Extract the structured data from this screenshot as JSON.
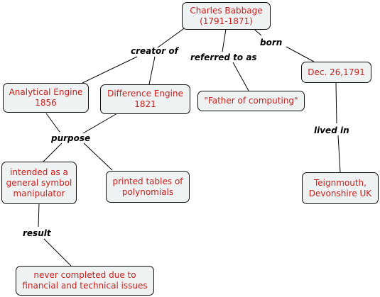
{
  "nodes": {
    "babbage": "Charles Babbage\n(1791-1871)",
    "analytical": "Analytical Engine\n1856",
    "difference": "Difference Engine\n1821",
    "father": "\"Father of computing\"",
    "dob": "Dec. 26,1791",
    "symbol": "intended as a\ngeneral symbol\nmanipulator",
    "tables": "printed tables of\npolynomials",
    "teignmouth": "Teignmouth,\nDevonshire UK",
    "never": "never completed due to\nfinancial and technical issues"
  },
  "links": {
    "creator_of": "creator of",
    "referred_to_as": "referred to as",
    "born": "born",
    "purpose": "purpose",
    "lived_in": "lived in",
    "result": "result"
  },
  "colors": {
    "node_text": "#c8201c",
    "node_fill": "#eef2f3",
    "border": "#111111"
  }
}
